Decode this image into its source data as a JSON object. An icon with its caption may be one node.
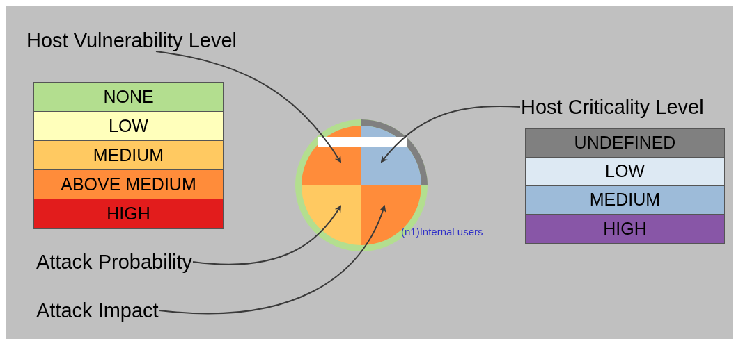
{
  "diagram": {
    "nodes": [
      {
        "text": [
          "Host Vulnerability Level"
        ]
      },
      {
        "text": [
          "Host Criticality Level"
        ]
      },
      {
        "text": [
          "Attack Probability"
        ]
      },
      {
        "text": [
          "Attack Impact"
        ]
      },
      {
        "text": [],
        "shape": "circle",
        "beside": [
          "(n1)Internal users"
        ]
      },
      {
        "text": [],
        "shape": "sector",
        "in": 4
      },
      {
        "text": [],
        "shape": "sector",
        "in": 4
      },
      {
        "text": [],
        "shape": "sector",
        "in": 4
      },
      {
        "text": [],
        "shape": "sector",
        "in": 4
      },
      {
        "text": [],
        "shape": "bar",
        "in": 4
      }
    ],
    "edges": [
      {
        "from": 0,
        "to": 5,
        "arrow": "to"
      },
      {
        "from": 1,
        "to": 6,
        "arrow": "to"
      },
      {
        "from": 2,
        "to": 7,
        "arrow": "to"
      },
      {
        "from": 3,
        "to": 8,
        "arrow": "to"
      }
    ],
    "legend": [
      {
        "text": "NONE",
        "color": "#b3de8f"
      },
      {
        "text": "LOW",
        "color": "#ffffbb"
      },
      {
        "text": "MEDIUM",
        "color": "#ffc961"
      },
      {
        "text": "ABOVE MEDIUM",
        "color": "#ff8c3a"
      },
      {
        "text": "HIGH",
        "color": "#e21c1c"
      },
      {
        "text": "UNDEFINED",
        "color": "#808080"
      },
      {
        "text": "LOW",
        "color": "#dde9f3"
      },
      {
        "text": "MEDIUM",
        "color": "#9dbbd9"
      },
      {
        "text": "HIGH",
        "color": "#8856a7"
      }
    ]
  }
}
